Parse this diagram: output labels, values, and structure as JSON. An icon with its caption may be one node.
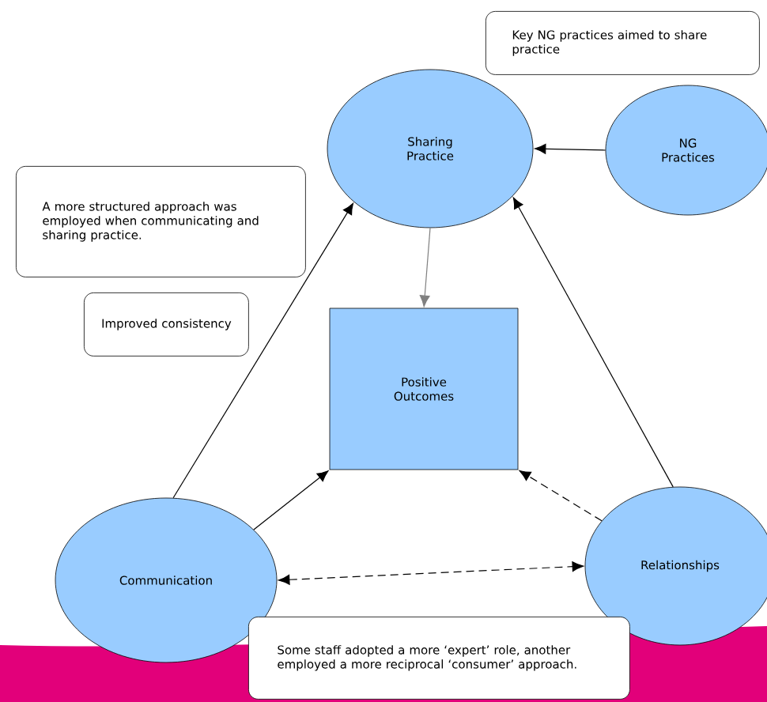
{
  "diagram": {
    "nodes": [
      {
        "text": [
          "Sharing Practice"
        ]
      },
      {
        "text": [
          "NG Practices"
        ]
      },
      {
        "text": [
          "Positive Outcomes"
        ]
      },
      {
        "text": [
          "Communication"
        ]
      },
      {
        "text": [
          "Relationships"
        ]
      },
      {
        "text": [
          "Key NG practices aimed to share practice"
        ]
      },
      {
        "text": [
          "A more structured approach was employed when communicating and sharing practice."
        ]
      },
      {
        "text": [
          "Improved consistency"
        ]
      },
      {
        "text": [
          "Some staff adopted a more ‘expert’ role, another employed a more reciprocal ‘consumer’ approach."
        ]
      }
    ],
    "edges": [
      {
        "from": 1,
        "to": 0,
        "arrow": "to"
      },
      {
        "from": 0,
        "to": 2,
        "arrow": "to",
        "color": "#808080"
      },
      {
        "from": 3,
        "to": 0,
        "arrow": "to"
      },
      {
        "from": 4,
        "to": 0,
        "arrow": "to"
      },
      {
        "from": 3,
        "to": 2,
        "arrow": "to"
      },
      {
        "from": 4,
        "to": 2,
        "arrow": "to",
        "style": "dashed"
      },
      {
        "from": 3,
        "to": 4,
        "arrow": "both",
        "style": "dashed"
      }
    ]
  }
}
